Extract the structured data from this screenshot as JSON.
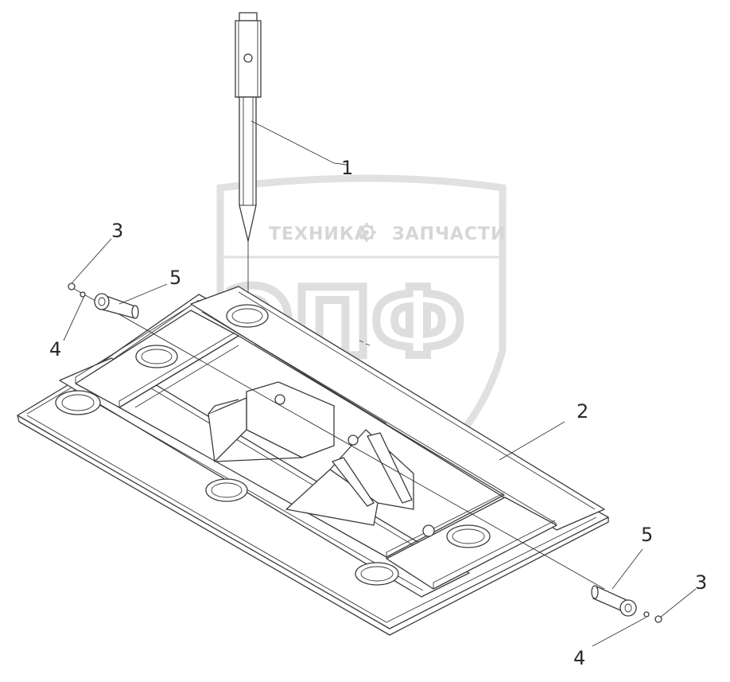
{
  "callouts": {
    "c1": "1",
    "c2": "2",
    "c3a": "3",
    "c3b": "3",
    "c4a": "4",
    "c4b": "4",
    "c5a": "5",
    "c5b": "5"
  },
  "watermark": {
    "top_line_left": "ТЕХНИКА",
    "top_line_right": "ЗАПЧАСТИ",
    "logo": "ЭПФ",
    "color": "#bdbdbd",
    "icon": "gear-icon"
  }
}
